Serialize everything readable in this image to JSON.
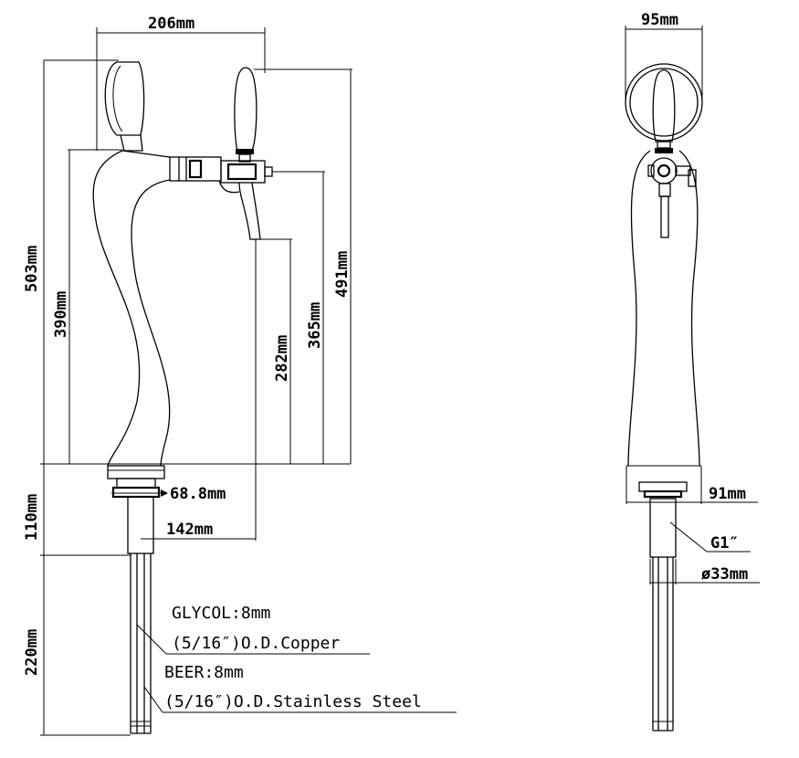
{
  "side_view": {
    "dims": {
      "top_width": "206mm",
      "total_height": "503mm",
      "shank_height": "390mm",
      "spout_height": "282mm",
      "tap_axis_height": "365mm",
      "handle_height": "491mm",
      "base_width": "68.8mm",
      "spout_reach": "142mm",
      "mount_height": "110mm",
      "tube_length": "220mm"
    },
    "notes": {
      "glycol": "GLYCOL:8mm",
      "glycol_spec": "(5/16″)O.D.Copper",
      "beer": "BEER:8mm",
      "beer_spec": "(5/16″)O.D.Stainless Steel"
    }
  },
  "front_view": {
    "dims": {
      "top_width": "95mm",
      "base_width": "91mm",
      "thread": "G1″",
      "tube_diameter": "ø33mm"
    }
  }
}
